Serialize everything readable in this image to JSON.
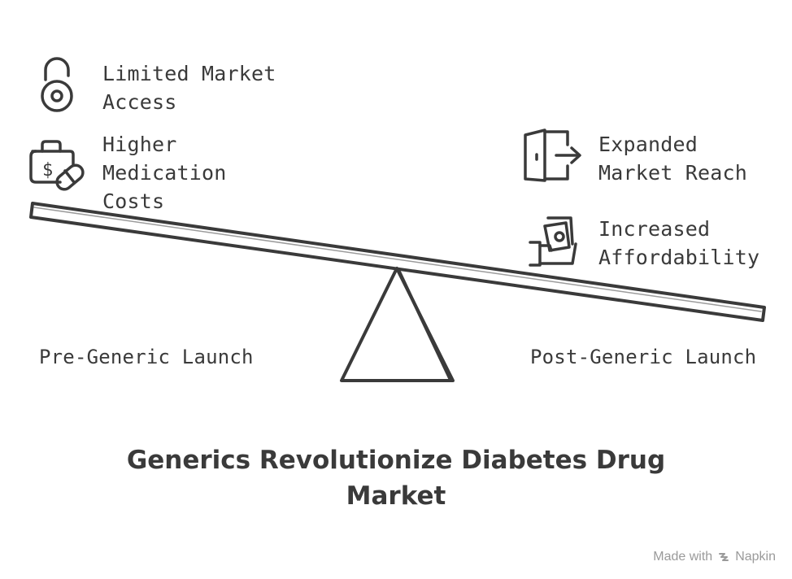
{
  "pre_launch": {
    "label": "Pre-Generic Launch",
    "items": [
      {
        "icon": "padlock-icon",
        "lines": [
          "Limited Market",
          "Access"
        ]
      },
      {
        "icon": "medicine-bag-icon",
        "lines": [
          "Higher",
          "Medication",
          "Costs"
        ]
      }
    ]
  },
  "post_launch": {
    "label": "Post-Generic Launch",
    "items": [
      {
        "icon": "door-exit-icon",
        "lines": [
          "Expanded",
          "Market Reach"
        ]
      },
      {
        "icon": "hand-money-icon",
        "lines": [
          "Increased",
          "Affordability"
        ]
      }
    ]
  },
  "title_lines": [
    "Generics Revolutionize Diabetes Drug",
    "Market"
  ],
  "credit": {
    "prefix": "Made with",
    "brand": "Napkin",
    "icon": "napkin-logo-icon"
  }
}
